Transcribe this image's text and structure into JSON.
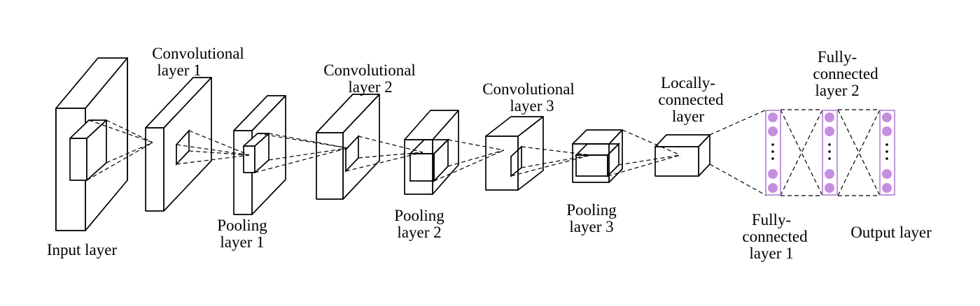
{
  "labels": {
    "input_layer": "Input layer",
    "conv1": [
      "Convolutional",
      "layer 1"
    ],
    "pool1": [
      "Pooling",
      "layer 1"
    ],
    "conv2": [
      "Convolutional",
      "layer 2"
    ],
    "pool2": [
      "Pooling",
      "layer 2"
    ],
    "conv3": [
      "Convolutional",
      "layer 3"
    ],
    "pool3": [
      "Pooling",
      "layer 3"
    ],
    "local": [
      "Locally-",
      "connected",
      "layer"
    ],
    "fc1": [
      "Fully-",
      "connected",
      "layer 1"
    ],
    "fc2": [
      "Fully-",
      "connected",
      "layer 2"
    ],
    "output": "Output layer"
  },
  "colors": {
    "neuron": "#c58fe0",
    "column_outline": "#b47fd6",
    "lines": "#000000"
  }
}
